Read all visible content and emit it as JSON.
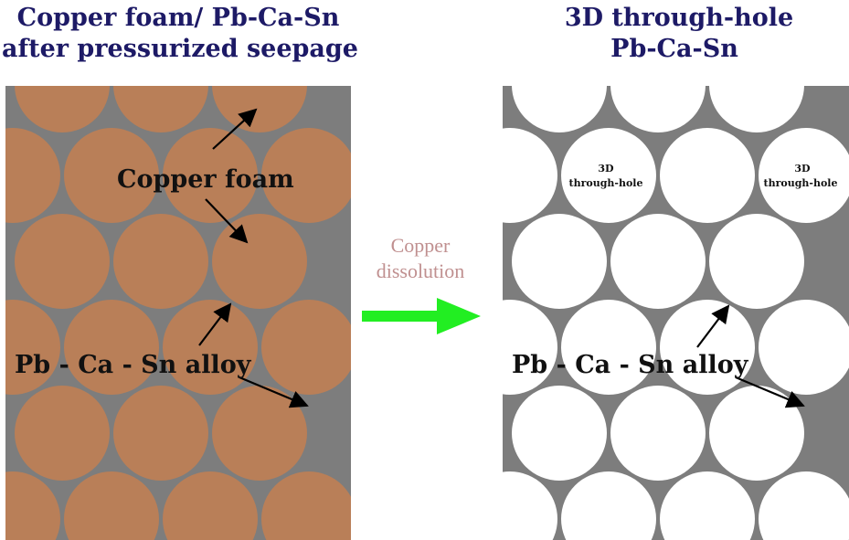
{
  "left_panel": {
    "title_line1": "Copper foam/ Pb-Ca-Sn",
    "title_line2": "after pressurized seepage",
    "label_copper": "Copper  foam",
    "label_alloy": "Pb - Ca - Sn alloy"
  },
  "right_panel": {
    "title_line1": "3D through-hole",
    "title_line2": "Pb-Ca-Sn",
    "hole_label_1a": "3D",
    "hole_label_1b": "through-hole",
    "hole_label_2a": "3D",
    "hole_label_2b": "through-hole",
    "label_alloy": "Pb - Ca - Sn alloy"
  },
  "process": {
    "line1": "Copper",
    "line2": "dissolution"
  },
  "colors": {
    "title": "#1d1a66",
    "copper": "#b97f58",
    "alloy": "#7d7d7d",
    "hole": "#ffffff",
    "process_text": "#c09090",
    "process_arrow": "#22ee22",
    "pointer": "#000000"
  }
}
